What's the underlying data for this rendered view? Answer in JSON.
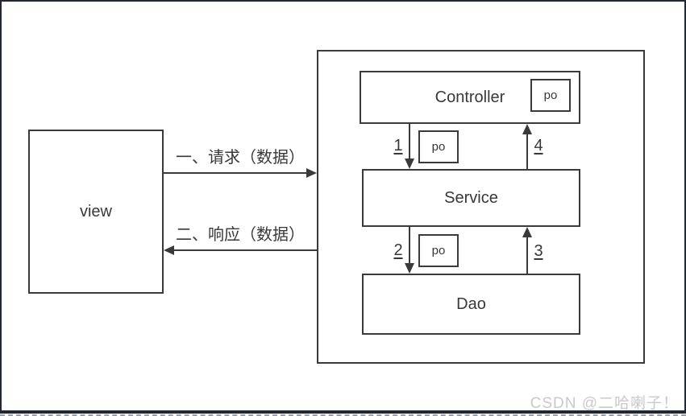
{
  "nodes": {
    "view": {
      "label": "view"
    },
    "controller": {
      "label": "Controller"
    },
    "service": {
      "label": "Service"
    },
    "dao": {
      "label": "Dao"
    }
  },
  "po": {
    "label": "po"
  },
  "flows": {
    "request": {
      "label": "一、请求（数据）"
    },
    "response": {
      "label": "二、响应（数据）"
    },
    "step1": "1",
    "step2": "2",
    "step3": "3",
    "step4": "4"
  },
  "watermark": {
    "text": "CSDN @二哈喇子！"
  },
  "colors": {
    "line": "#3a3a3a",
    "frame": "#212833",
    "text": "#383838",
    "watermark_text": "#c9c9c9"
  }
}
